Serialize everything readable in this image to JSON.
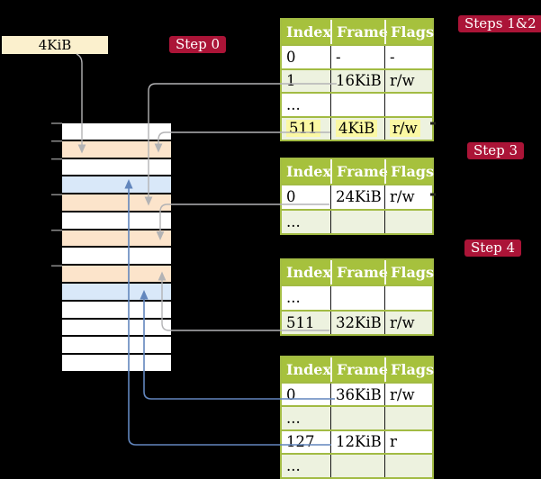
{
  "frame_box": {
    "label": "4KiB"
  },
  "badges": {
    "step0": "Step 0",
    "steps12": "Steps 1&2",
    "step3": "Step 3",
    "step4": "Step 4"
  },
  "tables": [
    {
      "name": "page-table-1",
      "headers": [
        "Index",
        "Frame",
        "Flags"
      ],
      "rows": [
        {
          "cells": [
            "0",
            "-",
            "-"
          ],
          "shade": false,
          "highlight": false
        },
        {
          "cells": [
            "1",
            "16KiB",
            "r/w"
          ],
          "shade": true,
          "highlight": false
        },
        {
          "cells": [
            "...",
            "",
            ""
          ],
          "shade": false,
          "highlight": false
        },
        {
          "cells": [
            "511",
            "4KiB",
            "r/w"
          ],
          "shade": true,
          "highlight": true
        }
      ]
    },
    {
      "name": "page-table-2",
      "headers": [
        "Index",
        "Frame",
        "Flags"
      ],
      "rows": [
        {
          "cells": [
            "0",
            "24KiB",
            "r/w"
          ],
          "shade": false,
          "highlight": false
        },
        {
          "cells": [
            "...",
            "",
            ""
          ],
          "shade": true,
          "highlight": false
        }
      ]
    },
    {
      "name": "page-table-3",
      "headers": [
        "Index",
        "Frame",
        "Flags"
      ],
      "rows": [
        {
          "cells": [
            "...",
            "",
            ""
          ],
          "shade": false,
          "highlight": false
        },
        {
          "cells": [
            "511",
            "32KiB",
            "r/w"
          ],
          "shade": true,
          "highlight": false
        }
      ]
    },
    {
      "name": "page-table-4",
      "headers": [
        "Index",
        "Frame",
        "Flags"
      ],
      "rows": [
        {
          "cells": [
            "0",
            "36KiB",
            "r/w"
          ],
          "shade": false,
          "highlight": false
        },
        {
          "cells": [
            "...",
            "",
            ""
          ],
          "shade": true,
          "highlight": false
        },
        {
          "cells": [
            "127",
            "12KiB",
            "r"
          ],
          "shade": false,
          "highlight": false
        },
        {
          "cells": [
            "...",
            "",
            ""
          ],
          "shade": true,
          "highlight": false
        }
      ]
    }
  ],
  "memory": {
    "rows": [
      "white",
      "peach",
      "white",
      "blue",
      "peach",
      "white",
      "peach",
      "white",
      "peach",
      "blue",
      "white",
      "white",
      "white",
      "white"
    ]
  },
  "icons": {
    "down_arrows": "arrowhead-down-icon",
    "up_arrows": "arrowhead-up-icon"
  },
  "colors": {
    "bg": "#000000",
    "cream": "#fbf0cd",
    "crimson": "#ab1437",
    "headergreen": "#a6c13d",
    "bordergreen": "#a2bb43",
    "rowgreen": "#edf2df",
    "peach": "#fce4cb",
    "rowblue": "#d9e8f9",
    "highlight": "#fbf8a3",
    "gray": "#b3b3b5",
    "tickgray": "#8a8a8a",
    "blue": "#6286bd",
    "cellborder": "#161616"
  }
}
